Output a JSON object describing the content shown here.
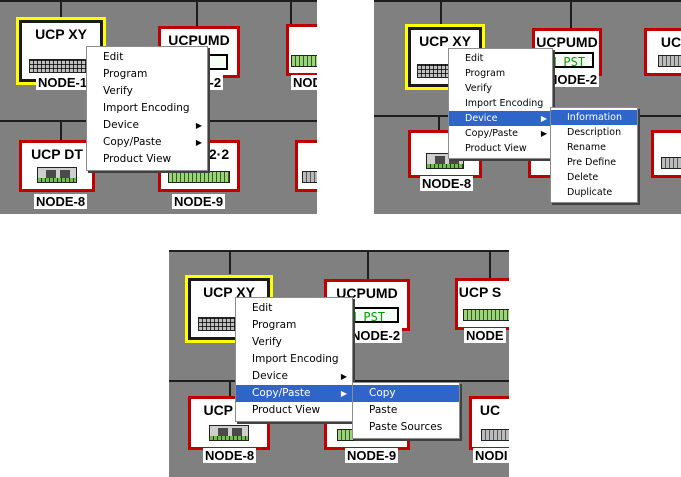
{
  "nodes": {
    "ucpxy": {
      "title": "UCP XY",
      "label": "NODE-1"
    },
    "ucpumd": {
      "title": "UCPUMD",
      "label": "NODE-2",
      "display": "M PST",
      "display_short": "PST"
    },
    "ucp_dt": {
      "title": "UCP DT",
      "title_short": "UCP I",
      "label": "NODE-8"
    },
    "node9": {
      "title": "2·2",
      "label": "NODE-9"
    },
    "node_s": {
      "title": "UCP S",
      "title_short": "UC",
      "label": "NODE",
      "label_short": "NODI"
    }
  },
  "context_menu": {
    "items": [
      {
        "label": "Edit"
      },
      {
        "label": "Program"
      },
      {
        "label": "Verify"
      },
      {
        "label": "Import Encoding"
      },
      {
        "label": "Device",
        "submenu": true
      },
      {
        "label": "Copy/Paste",
        "submenu": true
      },
      {
        "label": "Product View"
      }
    ],
    "arrow_glyph": "▶"
  },
  "device_submenu": {
    "items": [
      {
        "label": "Information"
      },
      {
        "label": "Description"
      },
      {
        "label": "Rename"
      },
      {
        "label": "Pre Define"
      },
      {
        "label": "Delete"
      },
      {
        "label": "Duplicate"
      }
    ]
  },
  "copypaste_submenu": {
    "items": [
      {
        "label": "Copy"
      },
      {
        "label": "Paste"
      },
      {
        "label": "Paste Sources"
      }
    ]
  },
  "colors": {
    "canvas": "#808080",
    "node_border": "#c00000",
    "selection": "#ffff00",
    "menu_highlight": "#2f64c8"
  }
}
